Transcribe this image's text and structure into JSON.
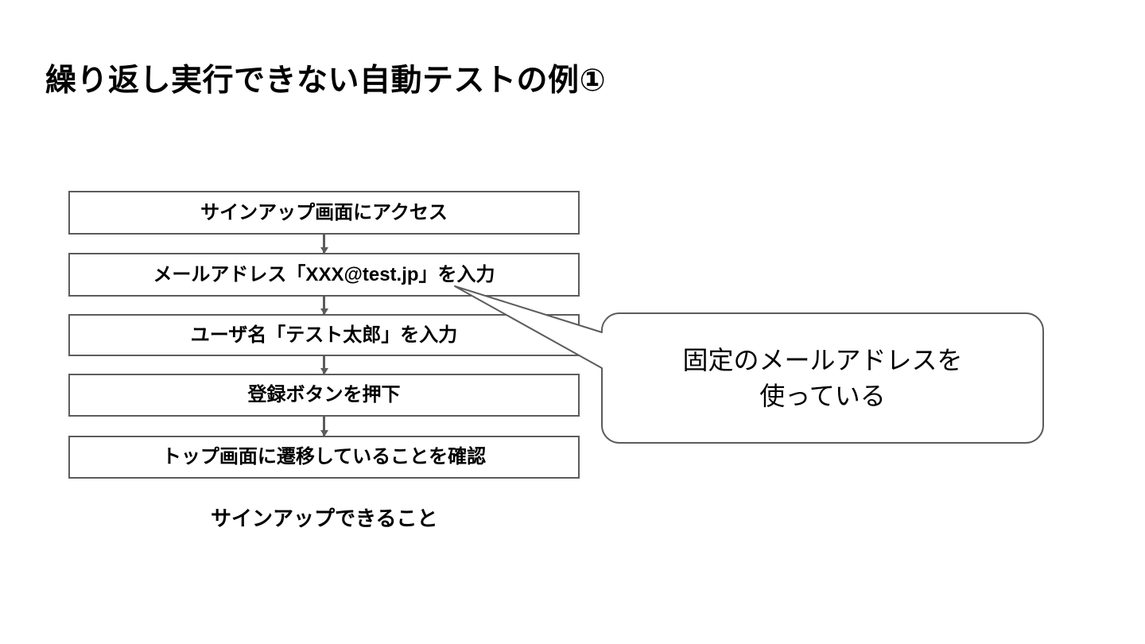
{
  "slide": {
    "title": "繰り返し実行できない自動テストの例①",
    "background_color": "#ffffff",
    "text_color": "#000000",
    "line_color": "#5c5c5c"
  },
  "flow": {
    "caption": "サインアップできること",
    "steps": [
      {
        "label": "サインアップ画面にアクセス"
      },
      {
        "label": "メールアドレス「XXX@test.jp」を入力"
      },
      {
        "label": "ユーザ名「テスト太郎」を入力"
      },
      {
        "label": "登録ボタンを押下"
      },
      {
        "label": "トップ画面に遷移していることを確認"
      }
    ]
  },
  "callout": {
    "lines": [
      "固定のメールアドレスを",
      "使っている"
    ],
    "points_to_step": "メールアドレス「XXX@test.jp」を入力"
  }
}
